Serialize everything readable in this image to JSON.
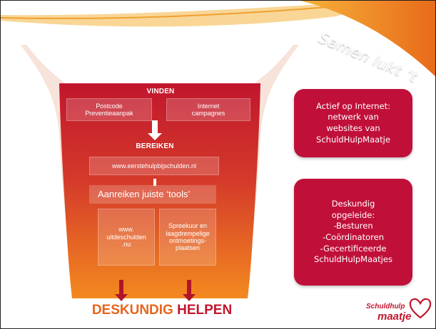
{
  "ribbon": {
    "text": "Samen lukt ‘t"
  },
  "funnel": {
    "vinden": "VINDEN",
    "postcode": "Postcode\nPreventieaanpak",
    "internet": "Internet\ncampagnes",
    "bereiken": "BEREIKEN",
    "url": "www.eerstehulpbijschulden.nl",
    "tools": "Aanreiken juiste ‘tools’",
    "uitdeschulden": "www.\nuitdeschulden\n.nu",
    "spreekuur": "Spreekuur en\nlaagdrempelige\nontmoetings-\nplaatsen"
  },
  "footer": {
    "word1": "DESKUNDIG",
    "word2": "HELPEN"
  },
  "cards": {
    "internet": [
      "Actief op Internet:",
      "netwerk van",
      "websites van",
      "SchuldHulpMaatje"
    ],
    "deskundig": [
      "Deskundig",
      "opgeleide:",
      "-Besturen",
      "-Coördinatoren",
      "-Gecertificeerde",
      "SchuldHulpMaatjes"
    ]
  },
  "logo": {
    "line1": "Schuldhulp",
    "line2": "maatje"
  },
  "colors": {
    "funnel_top": "#c1162d",
    "funnel_mid": "#d8402a",
    "funnel_bottom": "#f3891f",
    "card": "#c0103a",
    "ribbon": "#e8741c",
    "brand_orange": "#e8641c",
    "brand_red": "#c1162d"
  }
}
